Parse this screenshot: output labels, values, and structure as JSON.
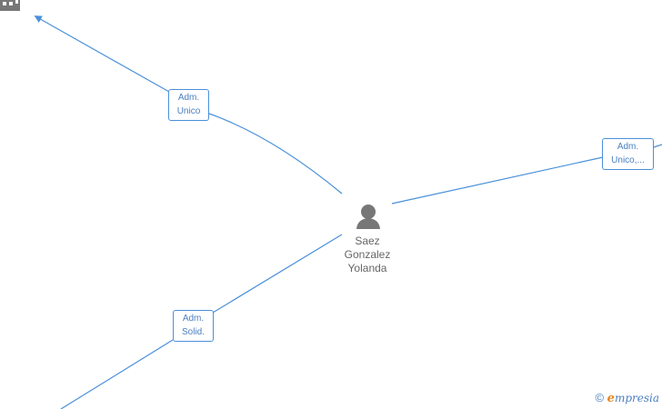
{
  "center_person": {
    "name_lines": [
      "Saez",
      "Gonzalez",
      "Yolanda"
    ],
    "icon": "person-icon"
  },
  "top_left_company": {
    "icon": "company-building-icon"
  },
  "edges": [
    {
      "label_lines": [
        "Adm.",
        "Unico"
      ]
    },
    {
      "label_lines": [
        "Adm.",
        "Unico,..."
      ]
    },
    {
      "label_lines": [
        "Adm.",
        "Solid."
      ]
    }
  ],
  "footer": {
    "copyright_symbol": "©",
    "brand_initial": "e",
    "brand_rest": "mpresia"
  },
  "colors": {
    "edge": "#4a90d9",
    "label_text": "#4a7fc1",
    "node_icon": "#777777",
    "brand_accent": "#e8831c"
  }
}
